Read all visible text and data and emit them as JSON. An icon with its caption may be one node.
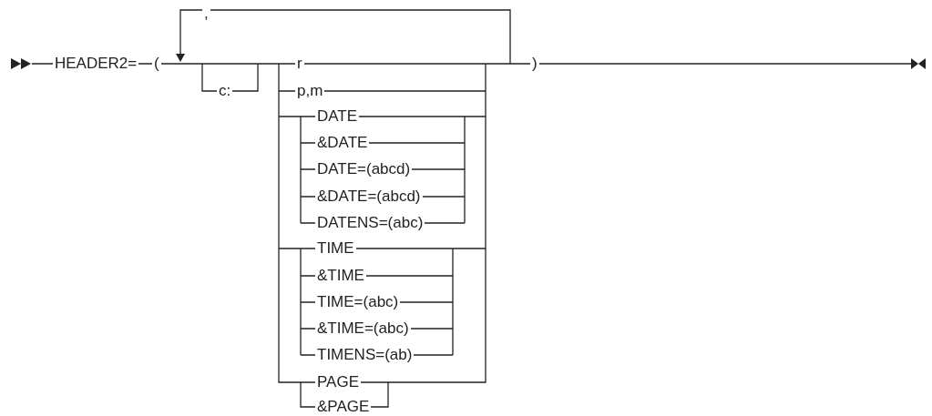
{
  "diagram": {
    "labels": [
      ",",
      "HEADER2=",
      "(",
      "r",
      ")",
      "c:",
      "p,m",
      "DATE",
      "&DATE",
      "DATE=(abcd)",
      "&DATE=(abcd)",
      "DATENS=(abc)",
      "TIME",
      "&TIME",
      "TIME=(abc)",
      "&TIME=(abc)",
      "TIMENS=(ab)",
      "PAGE",
      "&PAGE"
    ]
  }
}
